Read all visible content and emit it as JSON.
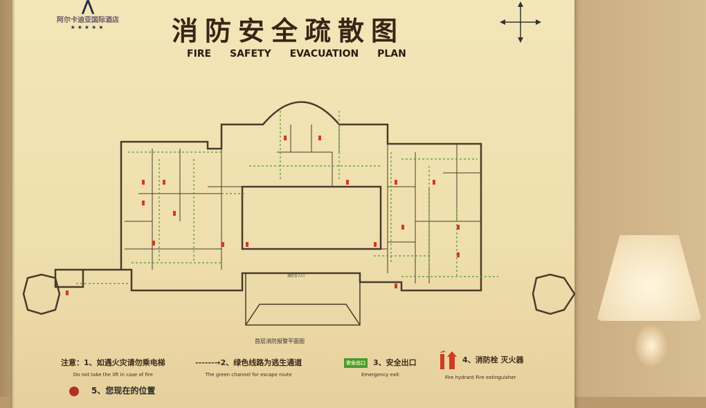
{
  "header": {
    "logo": {
      "name_cn": "阿尔卡迪亚国际酒店",
      "stars": "★★★★★"
    },
    "title_cn": "消防安全疏散图",
    "title_en": "FIRE SAFETY EVACUATION PLAN"
  },
  "plan": {
    "caption": "首层消防报警平面图",
    "entrance_label": "酒店主入口"
  },
  "legend": [
    {
      "prefix": "注意：",
      "text": "1、如遇火灾请勿乘电梯",
      "sub": "Do not take the lift in case of fire"
    },
    {
      "symbol": "------→",
      "text": "2、绿色线路为逃生通道",
      "sub": "The green channel for  escape route"
    },
    {
      "badge": "安全出口",
      "text": "3、安全出口",
      "sub": "Emergency exit"
    },
    {
      "text": "4、消防栓 灭火器",
      "sub": "Fire hydrant Fire extinguisher"
    }
  ],
  "you_are_here": "5、您现在的位置",
  "colors": {
    "route": "#4c9a2a",
    "hydrant": "#d23a22",
    "ink": "#3a2416",
    "board": "#f0e1b0"
  }
}
